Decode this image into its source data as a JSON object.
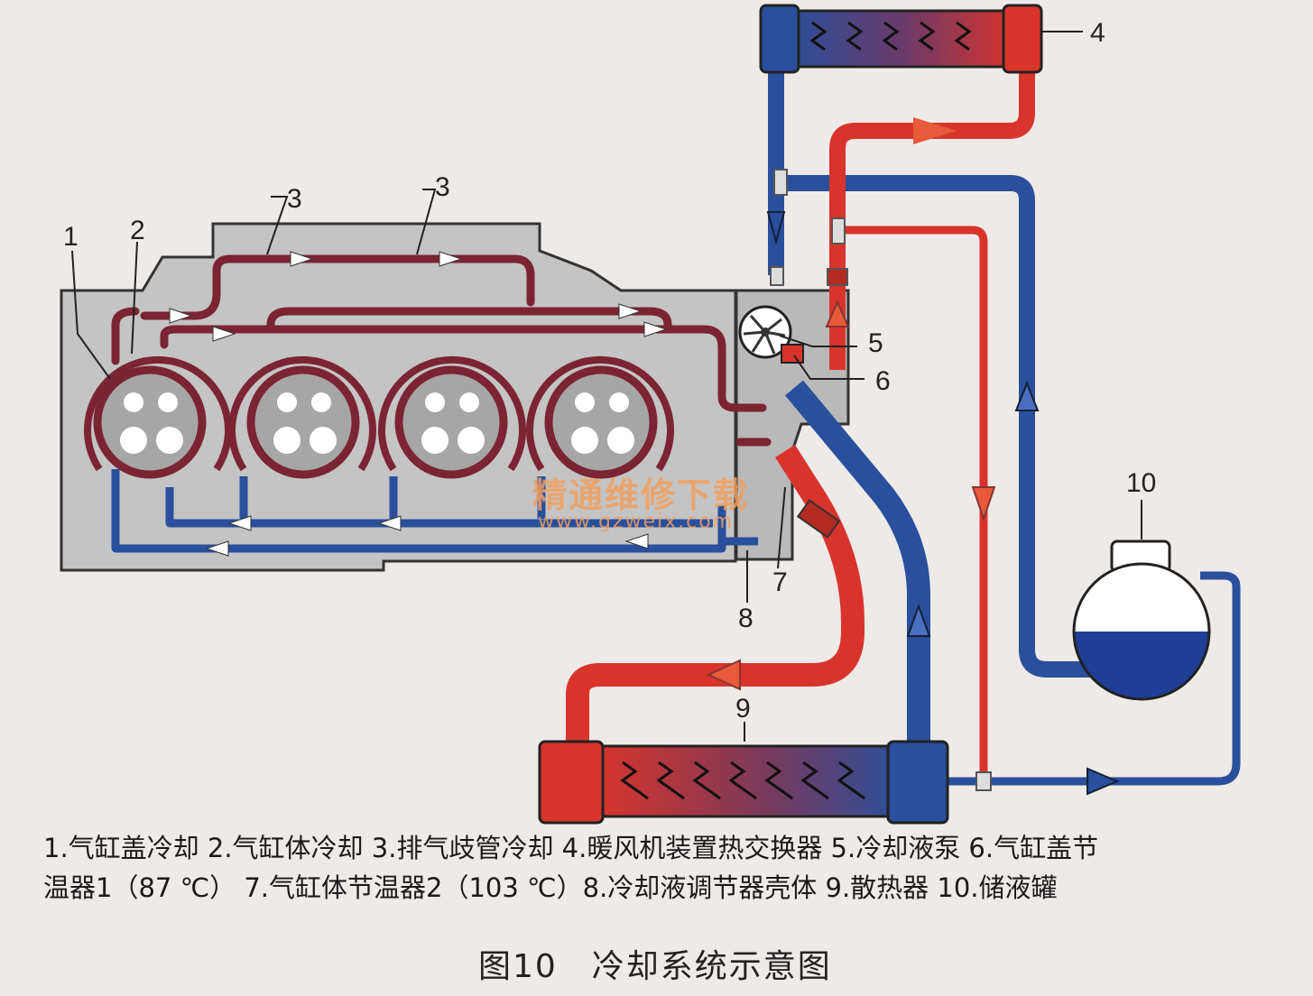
{
  "figure": {
    "caption": "图10　冷却系统示意图",
    "legend_line1": "1.气缸盖冷却  2.气缸体冷却  3.排气歧管冷却  4.暖风机装置热交换器  5.冷却液泵  6.气缸盖节",
    "legend_line2": "温器1（87 ℃）   7.气缸体节温器2（103 ℃）8.冷却液调节器壳体 9.散热器  10.储液罐"
  },
  "callouts": {
    "c1": "1",
    "c2": "2",
    "c3a": "3",
    "c3b": "3",
    "c4": "4",
    "c5": "5",
    "c6": "6",
    "c7": "7",
    "c8": "8",
    "c9": "9",
    "c10": "10"
  },
  "watermark": {
    "cn": "精通维修下载",
    "url": "www.gzweix.com"
  },
  "colors": {
    "hot": "#d9342b",
    "cold": "#2a4f9c",
    "engine_fill": "#c3c3c3",
    "dark_red": "#7b2434",
    "tank_fluid": "#1f3f96"
  },
  "icons": {
    "pump": "pump-impeller-icon",
    "flow_arrow": "flow-arrow-icon"
  }
}
